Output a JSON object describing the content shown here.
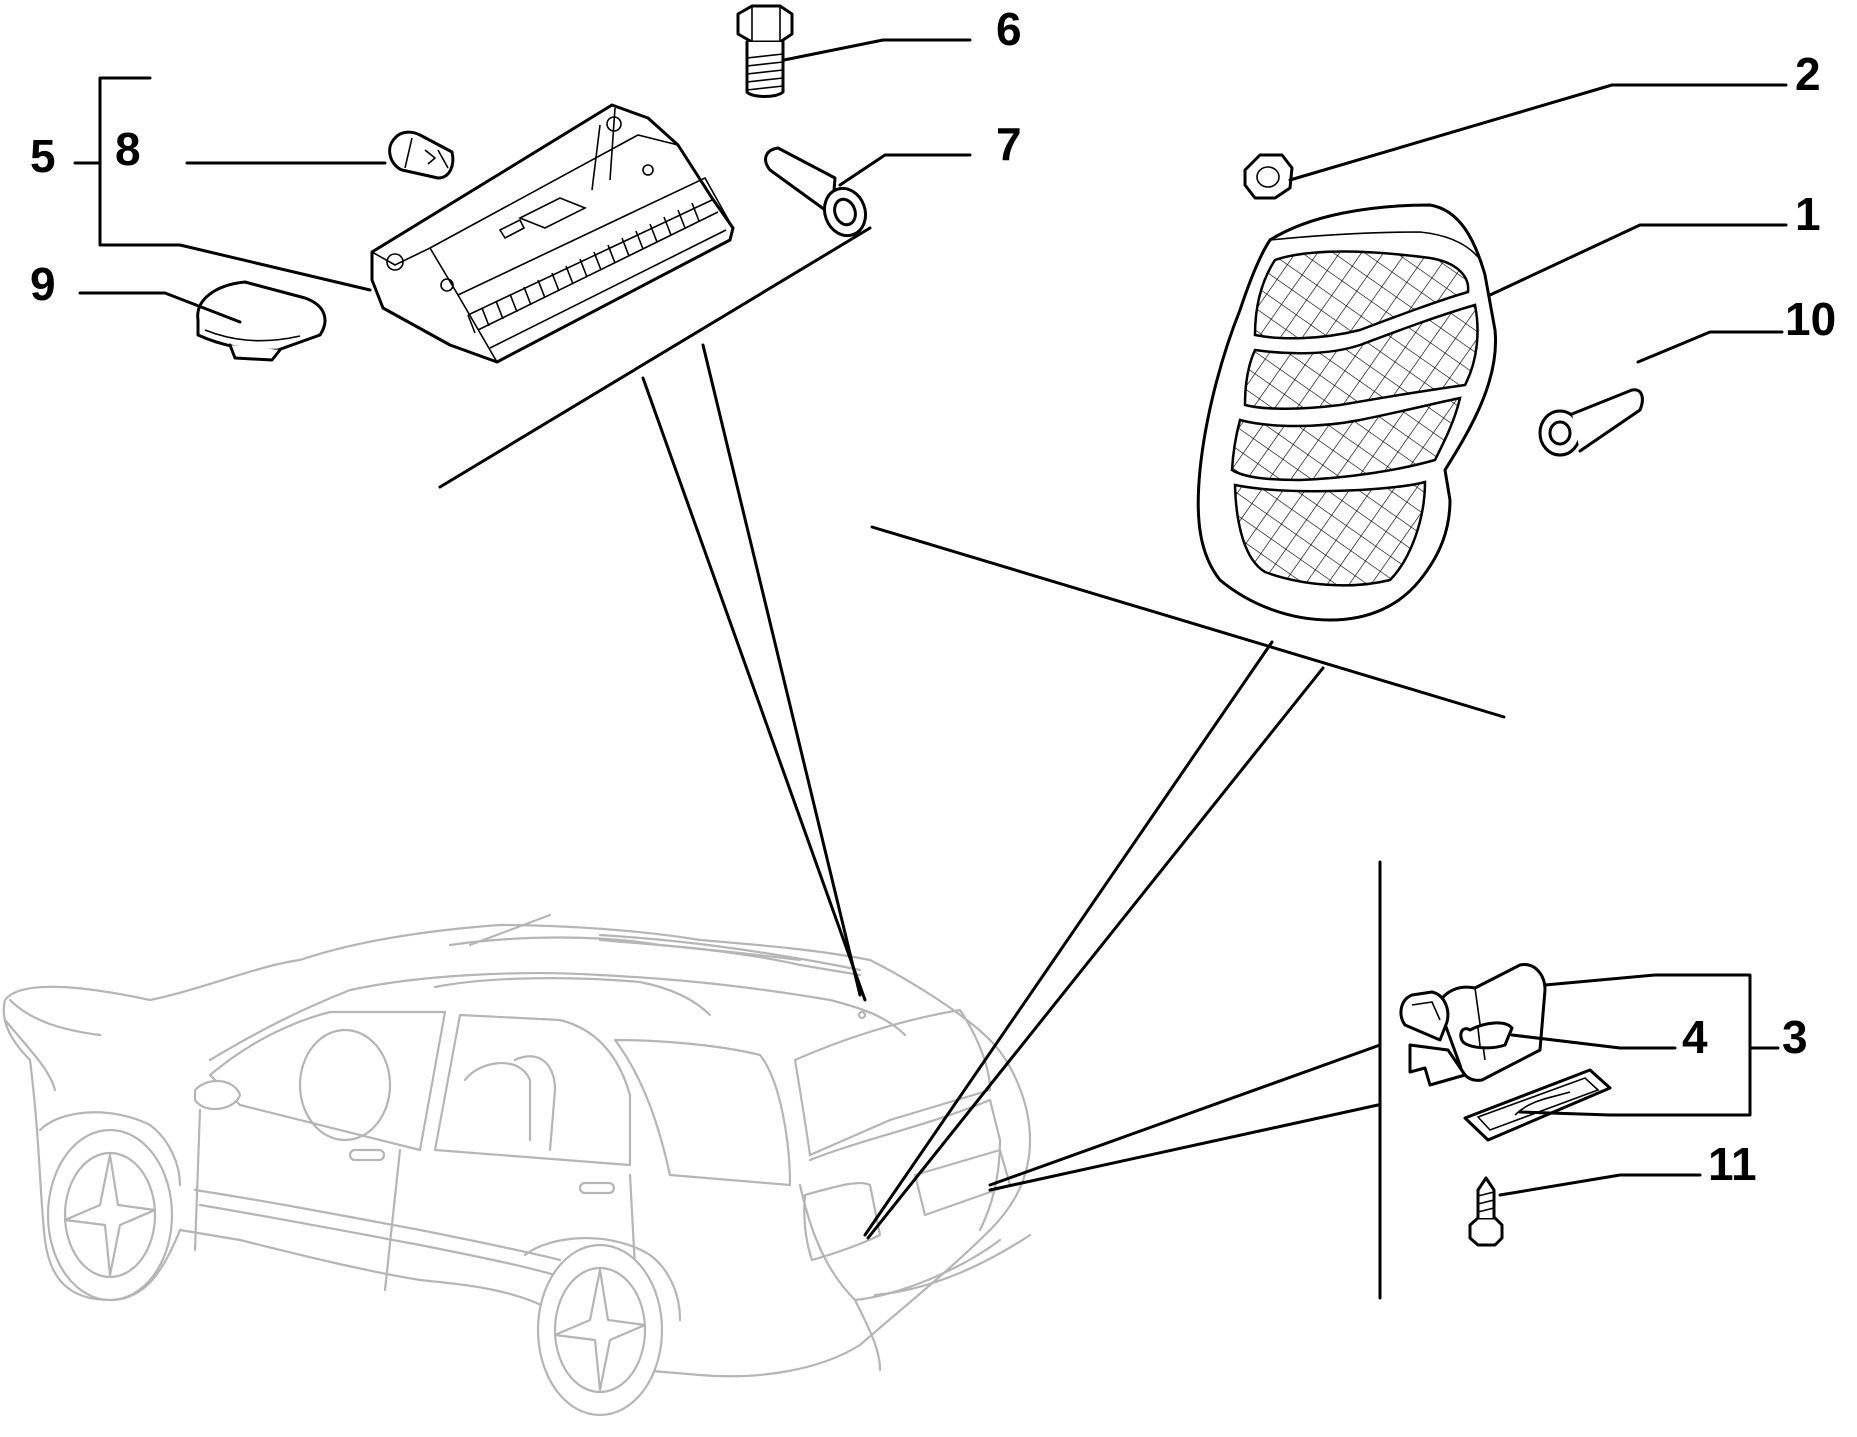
{
  "callouts": {
    "c1": "1",
    "c2": "2",
    "c3": "3",
    "c4": "4",
    "c5": "5",
    "c6": "6",
    "c7": "7",
    "c8": "8",
    "c9": "9",
    "c10": "10",
    "c11": "11"
  },
  "colors": {
    "line": "#000000",
    "car_outline": "#b5b5b5",
    "background": "#ffffff"
  }
}
